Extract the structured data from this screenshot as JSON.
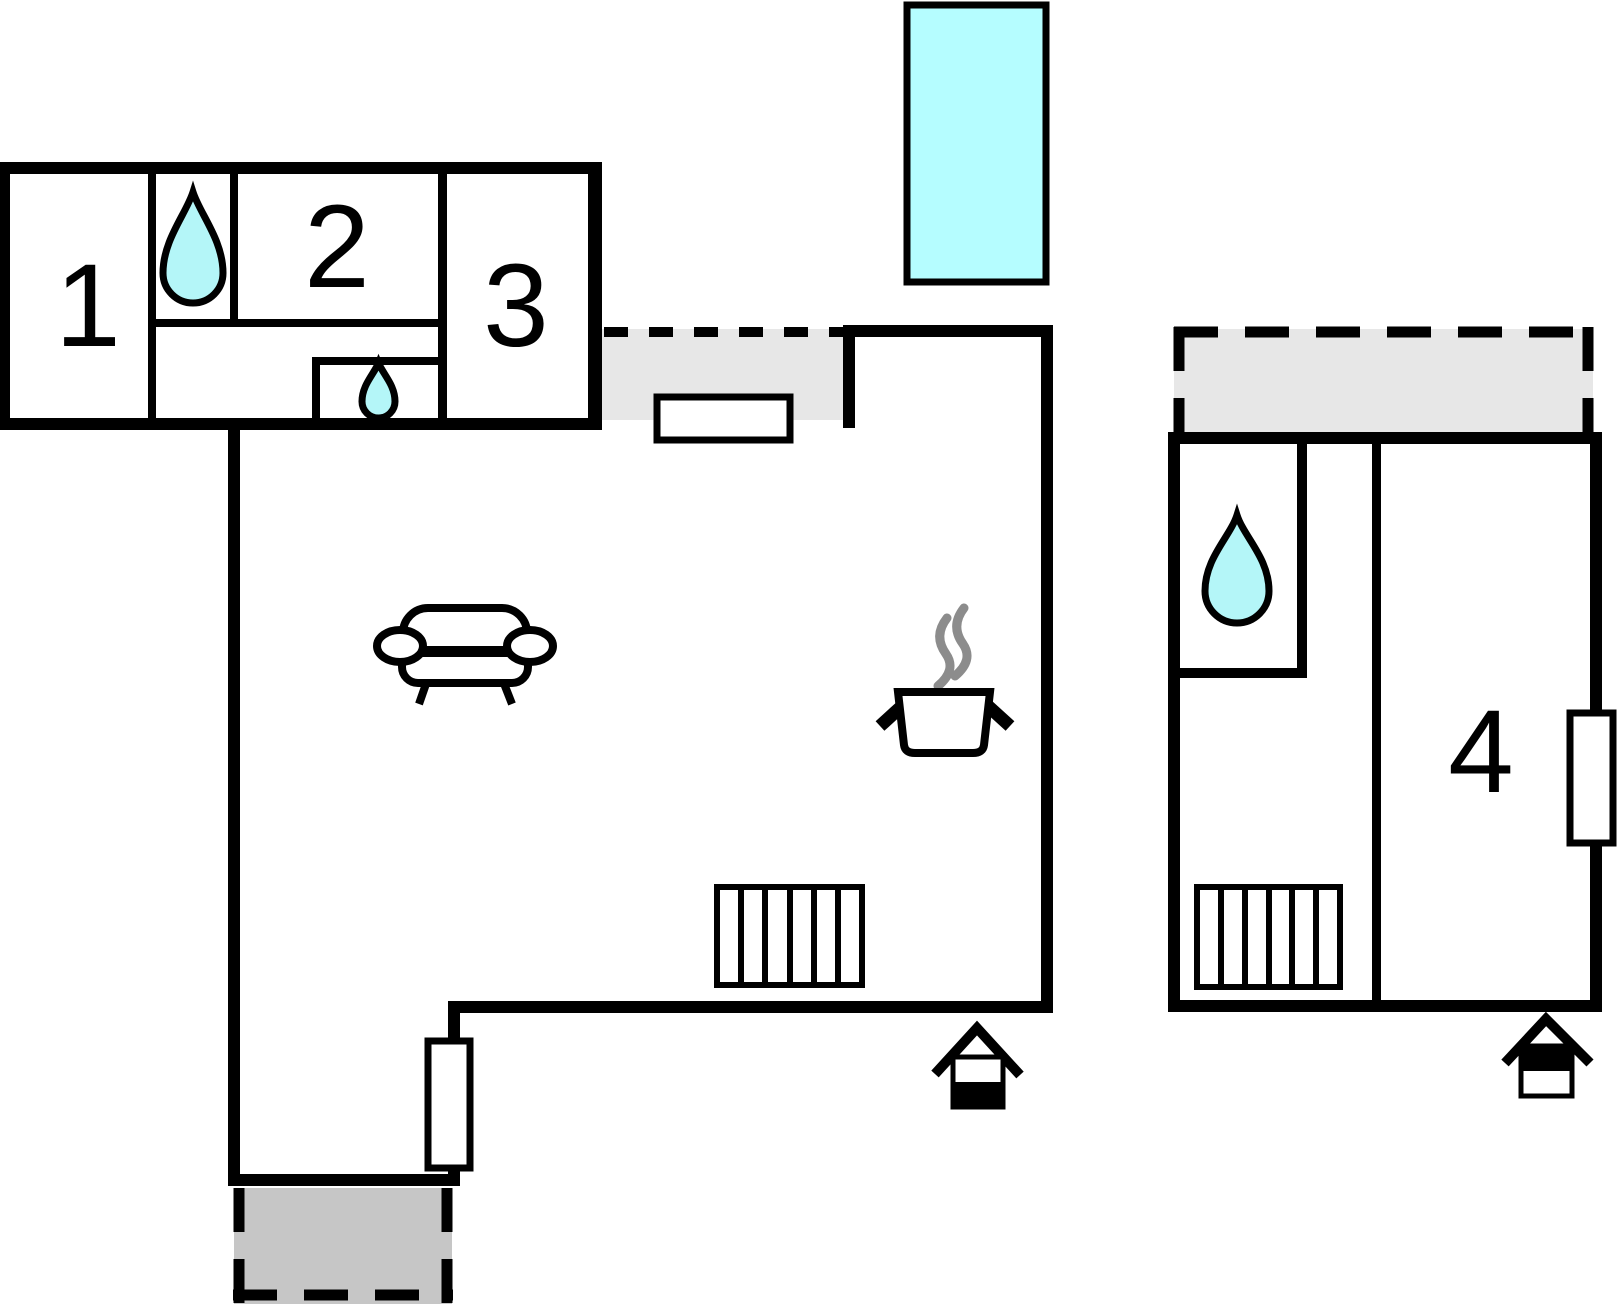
{
  "floorplan": {
    "rooms": [
      {
        "label": "1"
      },
      {
        "label": "2"
      },
      {
        "label": "3"
      },
      {
        "label": "4"
      }
    ],
    "features": {
      "water_drop_icons": 3,
      "radiators": 2,
      "entrance_icons": 2,
      "windows": 3,
      "terraces": 3,
      "pool": 1,
      "sofa": 1,
      "cooking_pot": 1
    },
    "icon_names": [
      "water-drop-icon",
      "sofa-icon",
      "cooking-pot-icon",
      "steam-icon",
      "radiator-icon",
      "entrance-arrow-icon"
    ],
    "colors": {
      "wall": "#000000",
      "water": "#b4f6f8",
      "pool": "#b5fdff",
      "terrace_light": "#e7e7e7",
      "terrace_dark": "#c6c6c6",
      "steam": "#8c8c8c",
      "window": "#ffffff"
    }
  }
}
